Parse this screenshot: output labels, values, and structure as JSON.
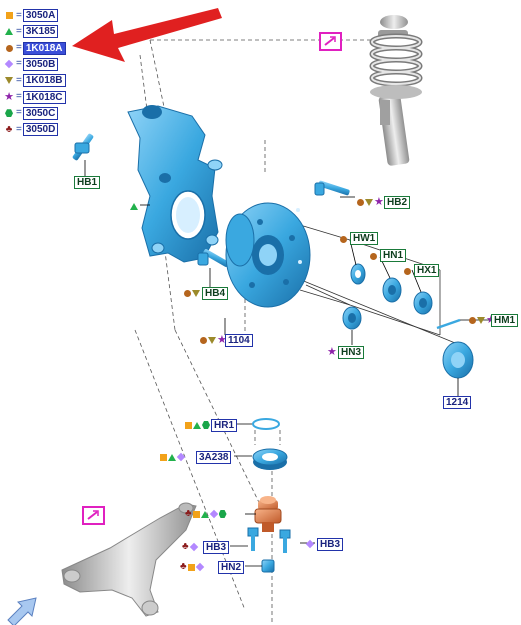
{
  "legend": [
    {
      "symbol": "square",
      "color": "#f2a21a",
      "code": "3050A",
      "highlighted": false
    },
    {
      "symbol": "triangle",
      "color": "#22b14c",
      "code": "3K185",
      "highlighted": false
    },
    {
      "symbol": "circle",
      "color": "#b5651d",
      "code": "1K018A",
      "highlighted": true
    },
    {
      "symbol": "diamond",
      "color": "#b388ff",
      "code": "3050B",
      "highlighted": false
    },
    {
      "symbol": "triangle-down",
      "color": "#9c8a2b",
      "code": "1K018B",
      "highlighted": false
    },
    {
      "symbol": "star",
      "color": "#8e24aa",
      "code": "1K018C",
      "highlighted": false
    },
    {
      "symbol": "hexagon",
      "color": "#1aa64a",
      "code": "3050C",
      "highlighted": false
    },
    {
      "symbol": "club",
      "color": "#8b1a1a",
      "code": "3050D",
      "highlighted": false
    }
  ],
  "equals_sign": "=",
  "callouts": {
    "hb1": "HB1",
    "hb2": "HB2",
    "hw1": "HW1",
    "hn1": "HN1",
    "hx1": "HX1",
    "hb4": "HB4",
    "hm1": "HM1",
    "p1104": "1104",
    "hn3": "HN3",
    "p1214": "1214",
    "hr1": "HR1",
    "p3a238": "3A238",
    "hb3a": "HB3",
    "hb3b": "HB3",
    "hn2": "HN2"
  },
  "icons": {
    "arrow": "red-pointer-arrow",
    "magnify_top": "magnify-icon",
    "magnify_bottom": "magnify-icon",
    "navigation": "blue-navigation-arrow-icon"
  },
  "colors": {
    "part_blue": "#3aa8e0",
    "spring_gray": "#c8c8c8",
    "balljoint_orange": "#e8875a",
    "arrow_red": "#e02020",
    "magnify_magenta": "#e020c0",
    "code_border": "#2233aa",
    "callout_green": "#1a7a3a"
  }
}
